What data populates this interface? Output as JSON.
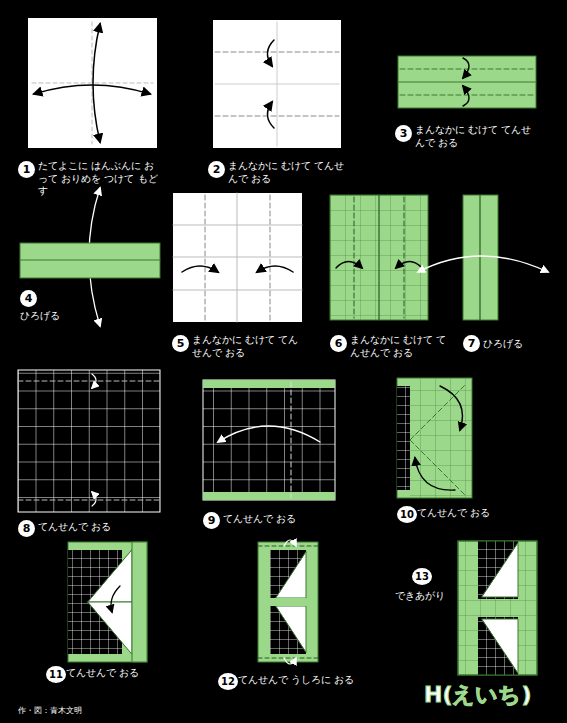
{
  "diagram": {
    "title": "H(えいち)",
    "labels": [
      "1",
      "たてよこに はんぶんに おって おりめを つけて もどす",
      "2",
      "まんなかに むけて てんせんで おる",
      "3",
      "まんなかに むけて てんせんで おる",
      "4",
      "ひろげる",
      "5",
      "まんなかに むけて てんせんで おる",
      "6",
      "まんなかに むけて てんせんで おる",
      "7",
      "ひろげる",
      "8",
      "てんせんで おる",
      "9",
      "てんせんで おる",
      "10",
      "てんせんで おる",
      "11",
      "てんせんで おる",
      "12",
      "てんせんで うしろに おる",
      "13",
      "できあがり",
      "作・図：青木文明"
    ]
  }
}
